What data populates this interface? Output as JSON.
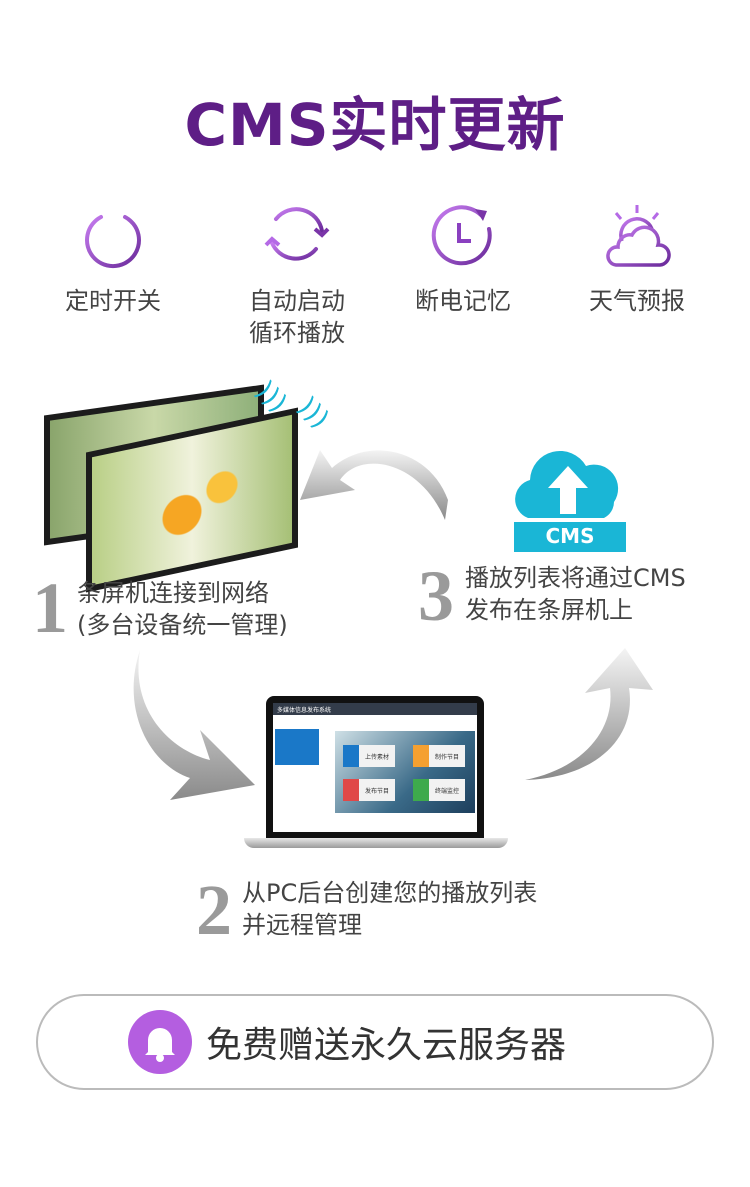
{
  "title": "CMS实时更新",
  "features": [
    {
      "icon": "power-icon",
      "lines": [
        "定时开关"
      ]
    },
    {
      "icon": "refresh-cycle-icon",
      "lines": [
        "自动启动",
        "循环播放"
      ]
    },
    {
      "icon": "clock-memory-icon",
      "lines": [
        "断电记忆"
      ]
    },
    {
      "icon": "weather-icon",
      "lines": [
        "天气预报"
      ]
    }
  ],
  "steps": [
    {
      "num": "1",
      "lines": [
        "条屏机连接到网络",
        "(多台设备统一管理)"
      ]
    },
    {
      "num": "2",
      "lines": [
        "从PC后台创建您的播放列表",
        "并远程管理"
      ]
    },
    {
      "num": "3",
      "lines": [
        "播放列表将通过CMS",
        "发布在条屏机上"
      ]
    }
  ],
  "cloud_label": "CMS",
  "laptop_screen": {
    "app_title": "多媒体信息发布系统",
    "tiles": [
      "上传素材",
      "制作节目",
      "发布节目",
      "终端监控"
    ]
  },
  "banner": {
    "text": "免费赠送永久云服务器",
    "icon": "bell-icon"
  },
  "colors": {
    "title": "#5e1e86",
    "icon_purple": "#9b4fd6",
    "cloud": "#1ab6d6"
  }
}
